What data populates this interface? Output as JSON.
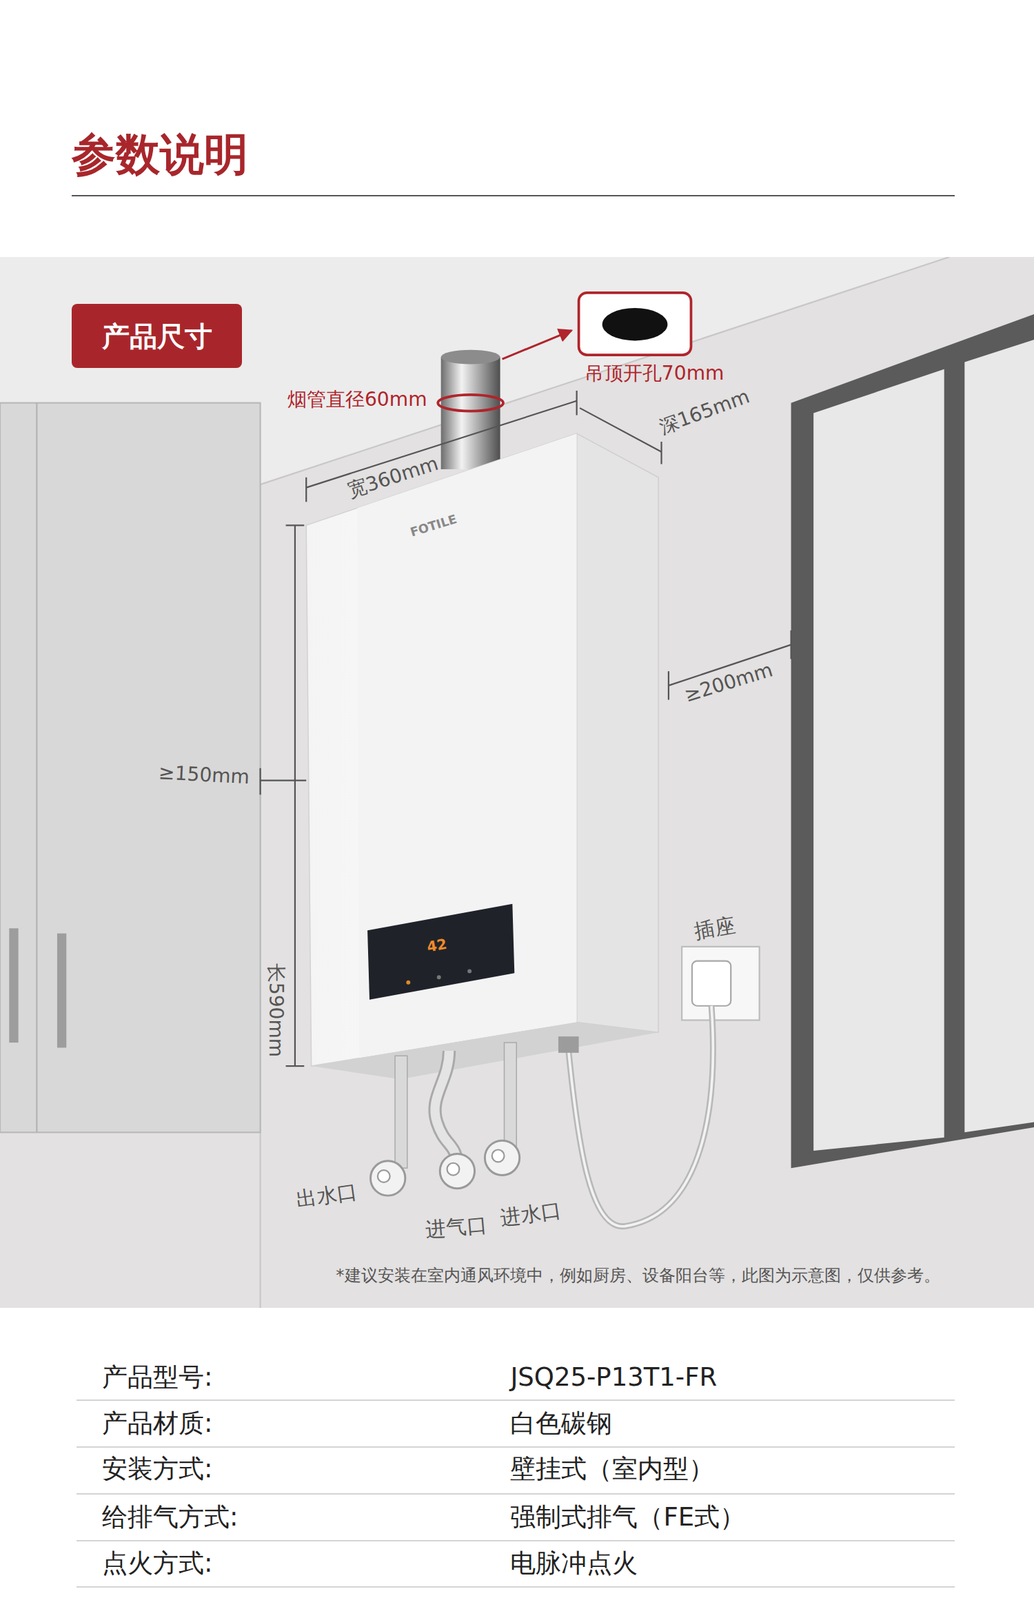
{
  "diagram": {
    "title": "参数说明",
    "nodes": [
      {
        "text": [
          "产品尺寸"
        ]
      }
    ],
    "labels": [
      "烟管直径60mm",
      "吊顶开孔70mm",
      "深165mm",
      "宽360mm",
      "FOTILE",
      "≥200mm",
      "≥150mm",
      "42",
      "插座",
      "长590mm",
      "出水口",
      "进气口",
      "进水口",
      "*建议安装在室内通风环境中，例如厨房、设备阳台等，此图为示意图，仅供参考。",
      "产品型号:",
      "JSQ25-P13T1-FR",
      "产品材质:",
      "白色碳钢",
      "安装方式:",
      "壁挂式（室内型）",
      "给排气方式:",
      "强制式排气（FE式）",
      "点火方式:",
      "电脉冲点火"
    ]
  }
}
